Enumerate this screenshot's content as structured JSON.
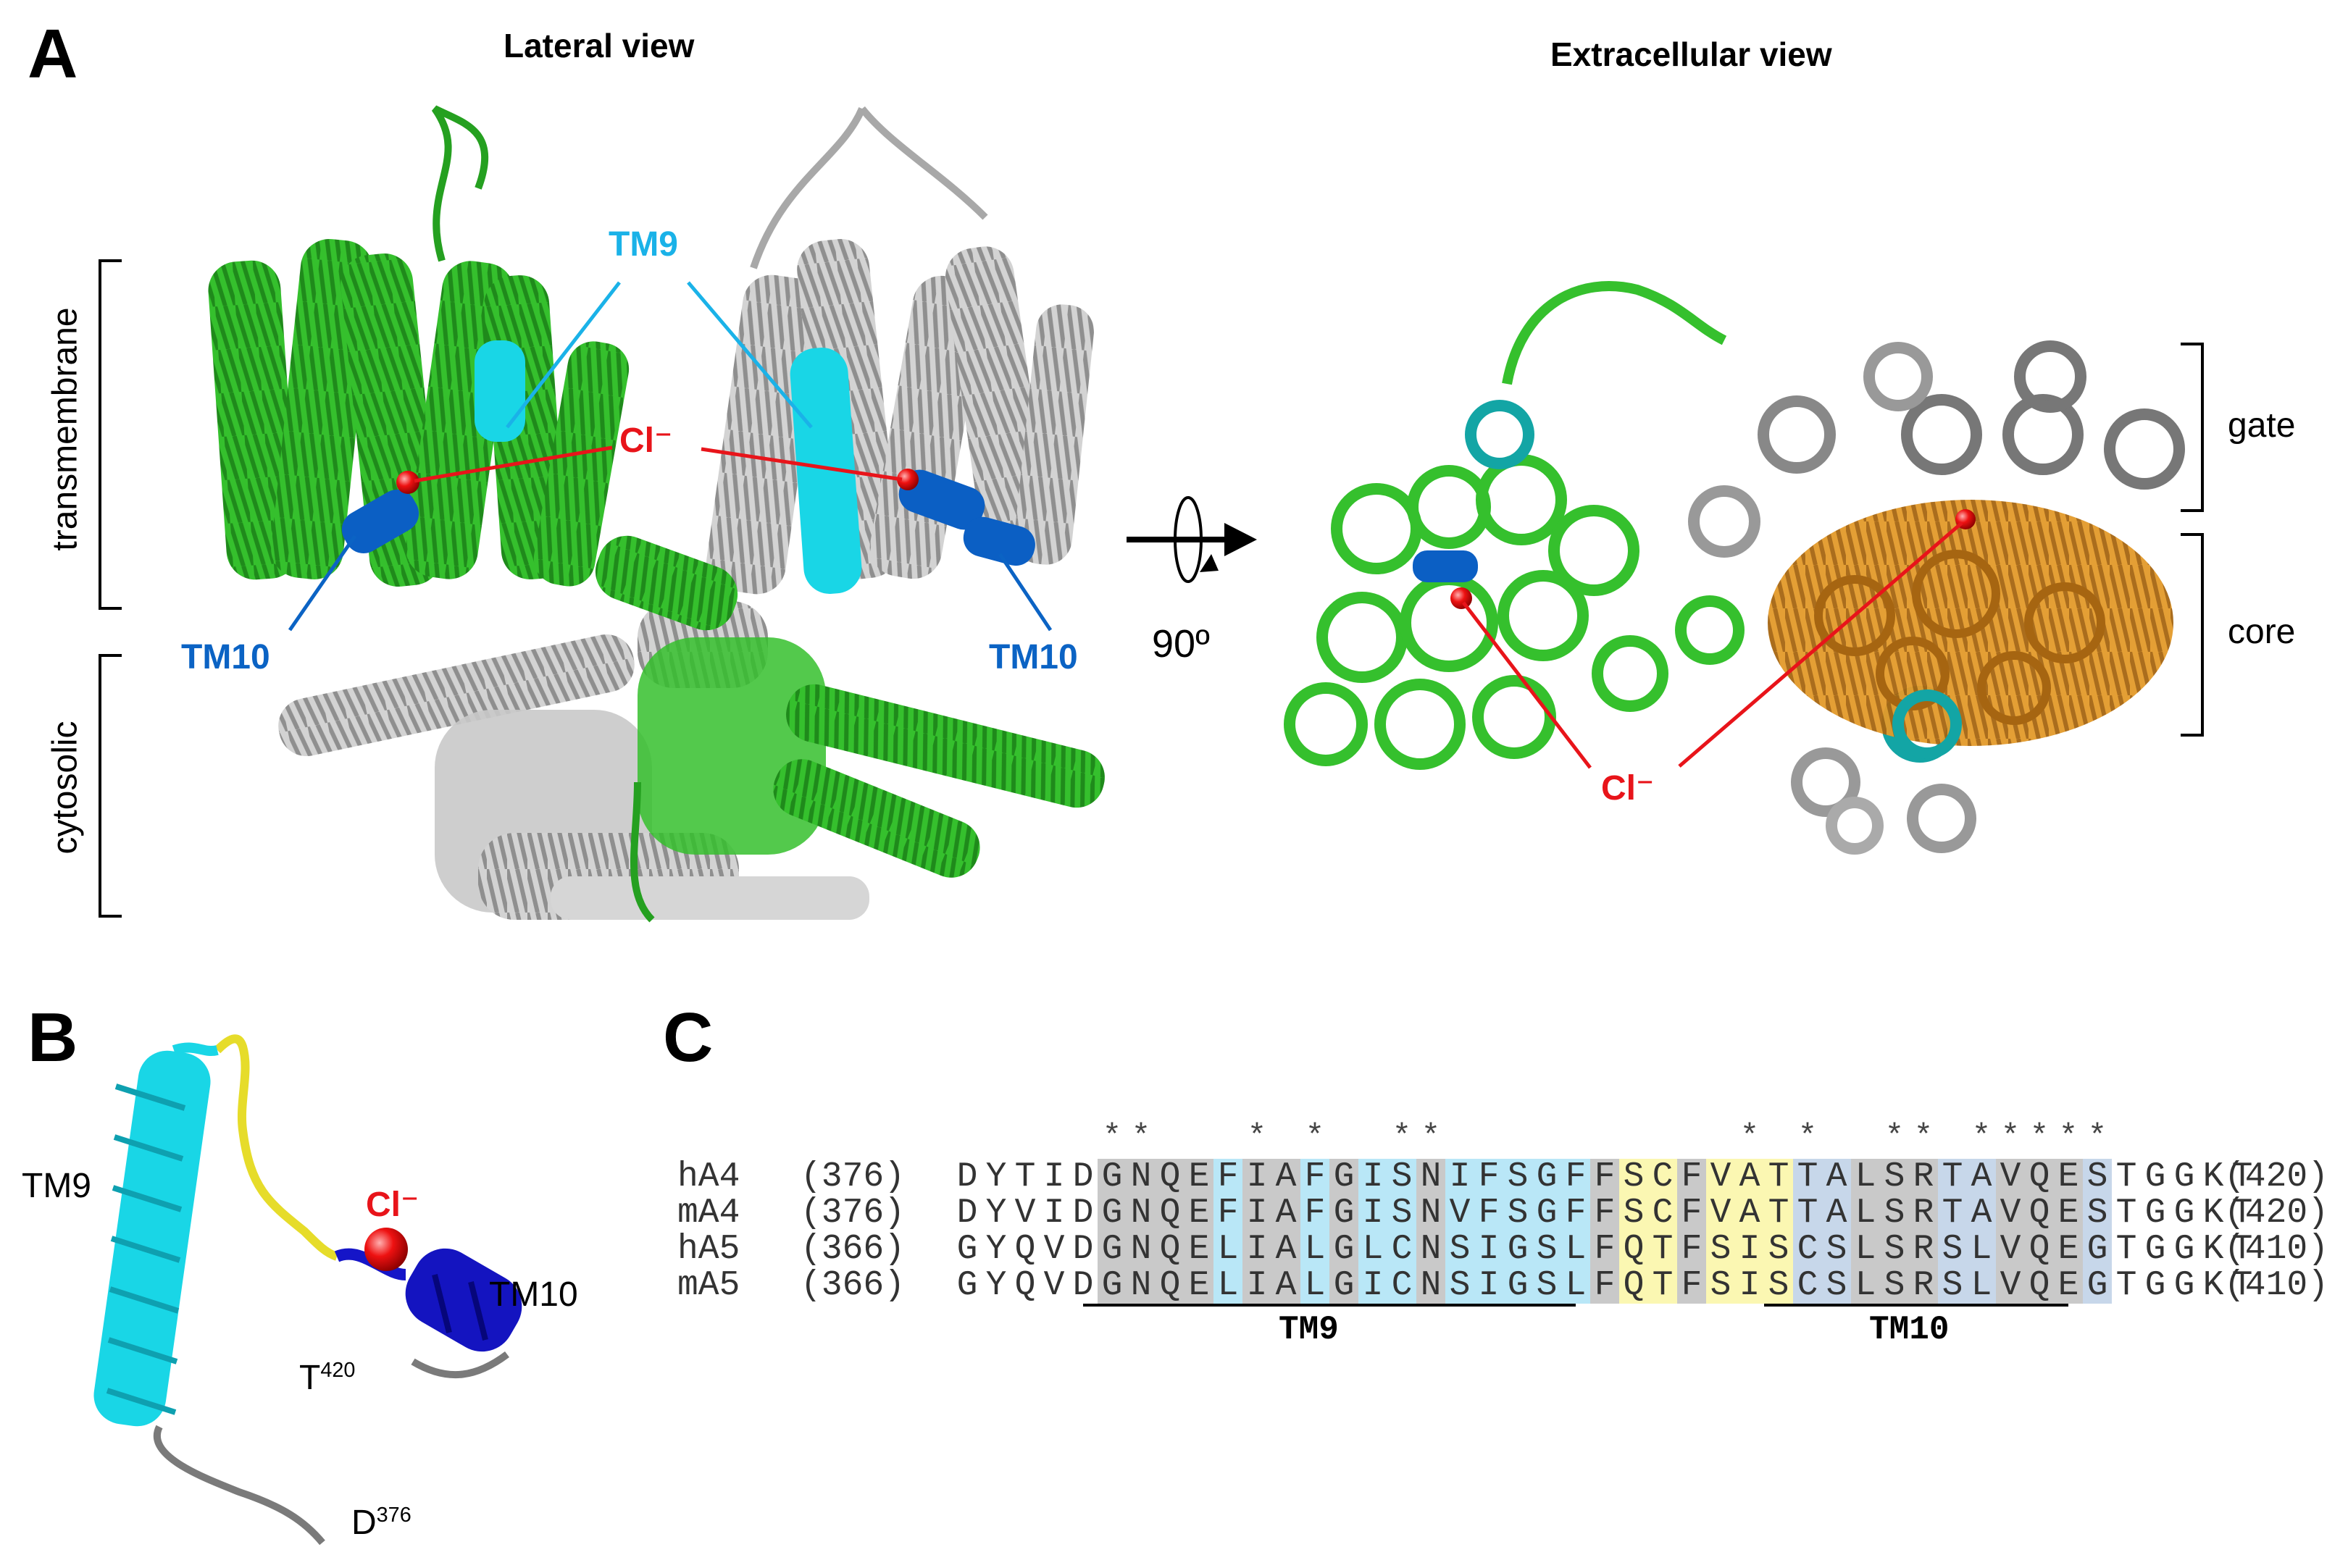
{
  "panels": {
    "a": "A",
    "b": "B",
    "c": "C"
  },
  "panel_a": {
    "lateral_title": "Lateral view",
    "extracellular_title": "Extracellular view",
    "transmembrane": "transmembrane",
    "cytosolic": "cytosolic",
    "tm9": "TM9",
    "tm10_left": "TM10",
    "tm10_right": "TM10",
    "cl_lateral": "Cl⁻",
    "rotation": "90º",
    "cl_extracellular": "Cl⁻",
    "gate": "gate",
    "core": "core"
  },
  "panel_b": {
    "tm9": "TM9",
    "tm10": "TM10",
    "cl": "Cl⁻",
    "t_res": "T",
    "t_num": "420",
    "d_res": "D",
    "d_num": "376"
  },
  "panel_c": {
    "conservation": "     **   * *  **          * *  ** *****     ",
    "rows": [
      {
        "name": "hA4",
        "start": "(376)",
        "seq": "DYTIDGNQEFIAFGISNIFSGFFSCFVATTALSRTAVQESTGGKT",
        "end": "(420)"
      },
      {
        "name": "mA4",
        "start": "(376)",
        "seq": "DYVIDGNQEFIAFGISNVFSGFFSCFVATTALSRTAVQESTGGKT",
        "end": "(420)"
      },
      {
        "name": "hA5",
        "start": "(366)",
        "seq": "GYQVDGNQELIALGLCNSIGSLFQTFSISCSLSRSLVQEGTGGKT",
        "end": "(410)"
      },
      {
        "name": "mA5",
        "start": "(366)",
        "seq": "GYQVDGNQELIALGICNSIGSLFQTFSISCSLSRSLVQEGTGGKT",
        "end": "(410)"
      }
    ],
    "tm9_label": "TM9",
    "tm10_label": "TM10"
  },
  "colors": {
    "green": "#2fb82a",
    "gray": "#bdbdbd",
    "cyan": "#19d6e6",
    "blue_tm10": "#0b5fc4",
    "chloride": "#e8141a",
    "orange": "#e0901c",
    "teal": "#13a5a5"
  }
}
